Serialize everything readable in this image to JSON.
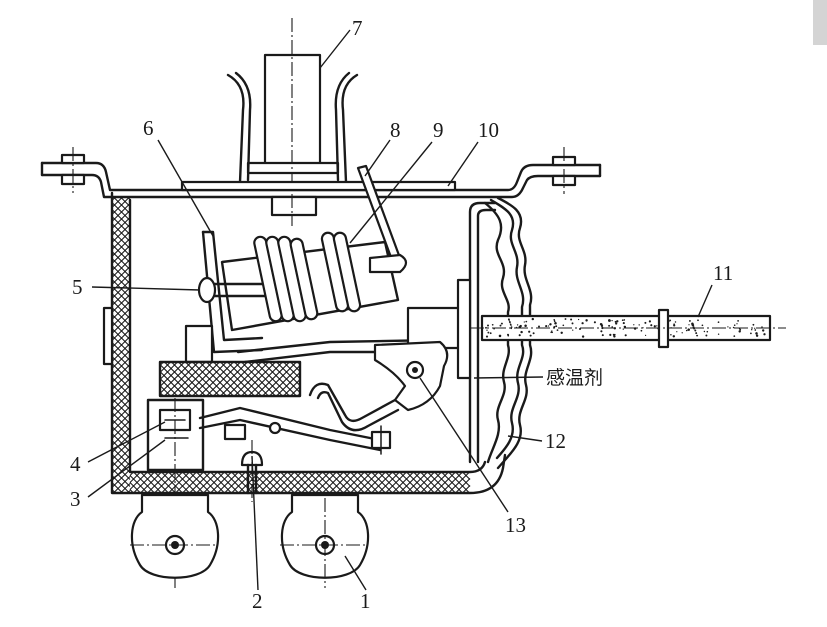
{
  "diagram": {
    "callouts": [
      "1",
      "2",
      "3",
      "4",
      "5",
      "6",
      "7",
      "8",
      "9",
      "10",
      "11",
      "12",
      "13"
    ],
    "medium_label": "感温剂"
  },
  "colors": {
    "ink": "#1a1a1a",
    "paper": "#ffffff",
    "scrollbar": "#d4d4d4"
  }
}
